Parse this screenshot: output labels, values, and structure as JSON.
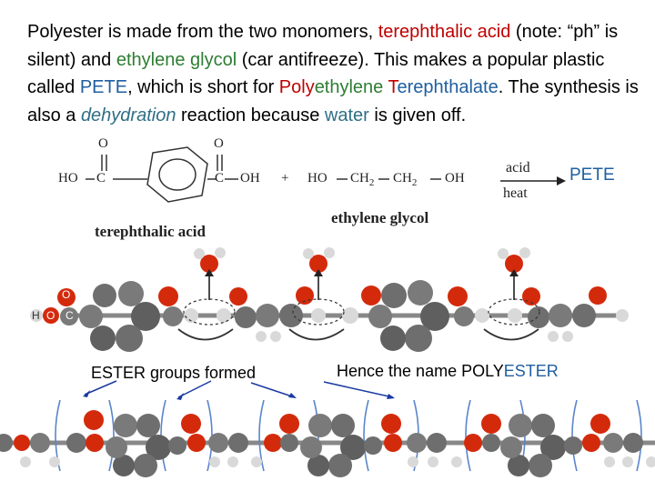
{
  "intro": {
    "s1": "Polyester is made from the two monomers, ",
    "terephthalic_acid": "terephthalic acid",
    "s2": " (note: “ph” is silent) and ",
    "ethylene_glycol": "ethylene glycol",
    "s3": " (car antifreeze).  This makes a popular plastic called ",
    "pete": "PETE",
    "s4": ", which is short for ",
    "poly": "Poly",
    "ethylene": "ethylene",
    "space": " ",
    "t": "T",
    "erephthalate": "erephthalate",
    "s5": ".  The synthesis is also a ",
    "dehydration": "dehydration",
    "s6": " reaction because ",
    "water": "water",
    "s7": " is given off."
  },
  "equation": {
    "o_left": "O",
    "o_right": "O",
    "ho_left": "HO",
    "c_left": "C",
    "c_right": "C",
    "oh_right": "OH",
    "plus": "+",
    "glycol_formula_1": "HO",
    "glycol_formula_2": "CH",
    "glycol_formula_3": "CH",
    "glycol_formula_4": "OH",
    "sub2": "2",
    "acid_above_arrow": "acid",
    "heat_below_arrow": "heat",
    "label_tpa": "terephthalic acid",
    "label_eg": "ethylene glycol",
    "product": "PETE"
  },
  "model_labels": {
    "o": "O",
    "h": "H",
    "o2": "O",
    "c": "C"
  },
  "annotations": {
    "ester": "ESTER groups formed",
    "hence_prefix": "Hence the name POLY",
    "hence_suffix": "ESTER"
  },
  "colors": {
    "oxygen": "#d42a0c",
    "carbon": "#6e6e6e",
    "hydrogen": "#d9d9d9",
    "bracket": "#5b86c9",
    "arrow": "#1a3aa0"
  }
}
